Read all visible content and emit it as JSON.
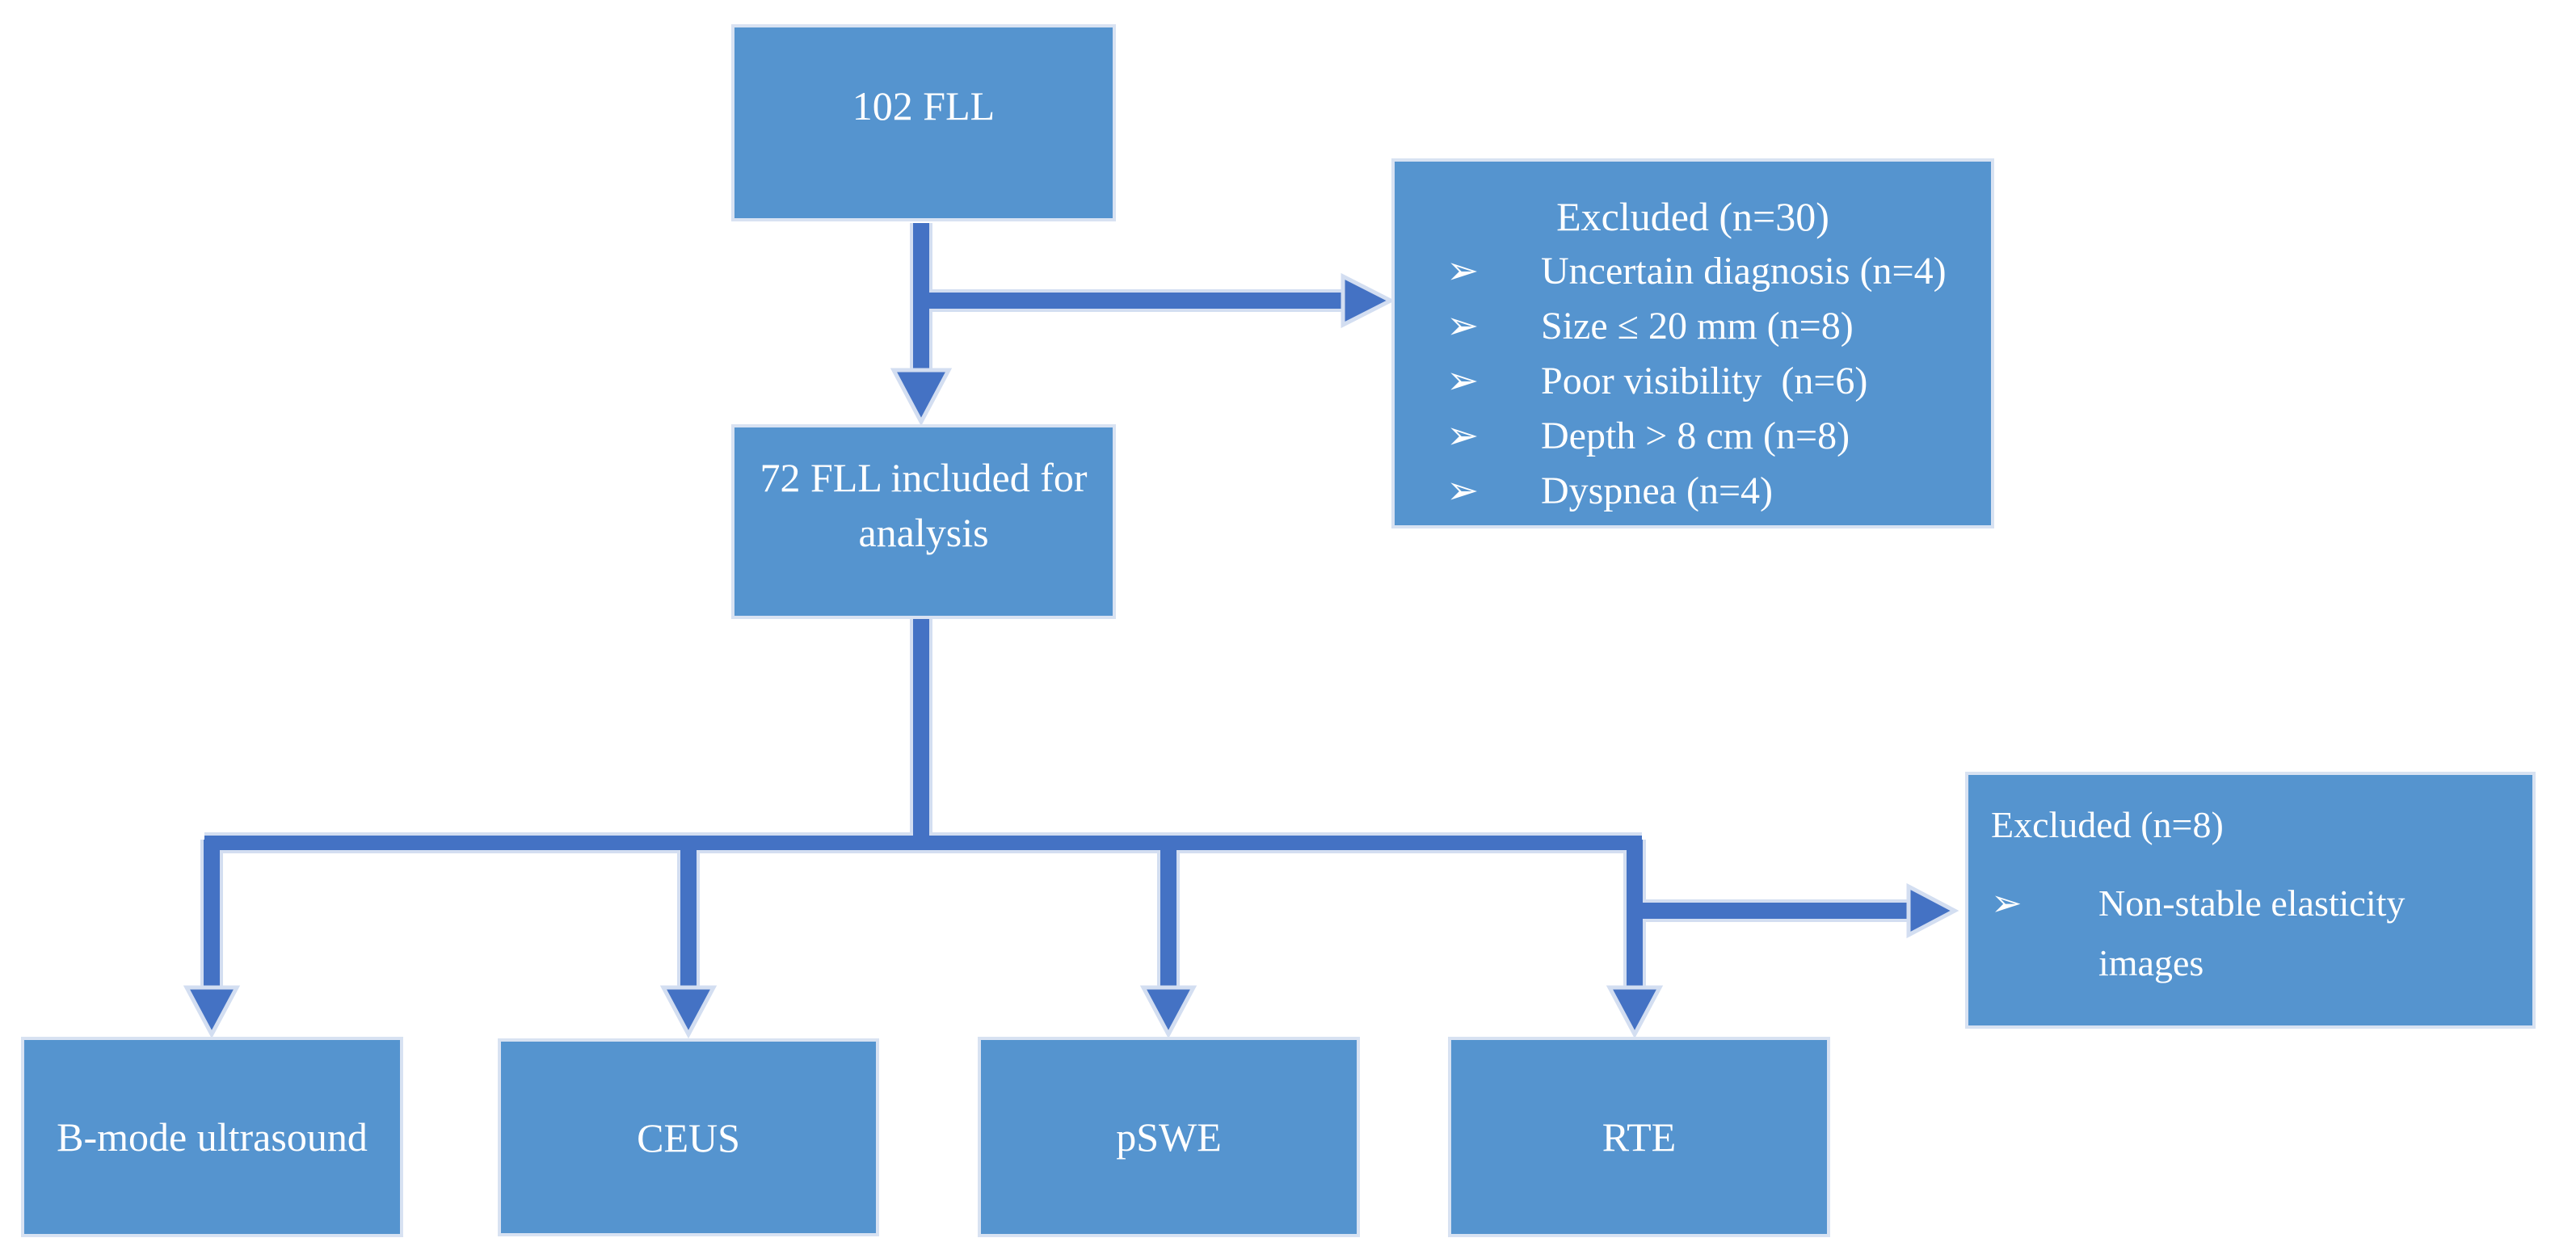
{
  "figure": {
    "type": "flowchart",
    "bullet_glyph": "➢",
    "nodes": {
      "total": {
        "label": "102 FLL"
      },
      "included": {
        "label": "72 FLL included for analysis"
      },
      "excluded_initial": {
        "title": "Excluded (n=30)",
        "items": [
          "Uncertain diagnosis (n=4)",
          "Size ≤ 20 mm (n=8)",
          "Poor visibility  (n=6)",
          "Depth > 8 cm (n=8)",
          "Dyspnea (n=4)"
        ]
      },
      "excluded_elasticity": {
        "title": "Excluded (n=8)",
        "items": [
          "Non-stable elasticity images"
        ]
      },
      "bmode": {
        "label": "B-mode ultrasound"
      },
      "ceus": {
        "label": "CEUS"
      },
      "pswe": {
        "label": "pSWE"
      },
      "rte": {
        "label": "RTE"
      }
    },
    "colors": {
      "box_fill": "#5594CF",
      "box_border": "#D8E2F2",
      "arrow": "#4472C4",
      "arrow_halo": "#D3DEF1",
      "text": "#FFFFFF"
    }
  }
}
